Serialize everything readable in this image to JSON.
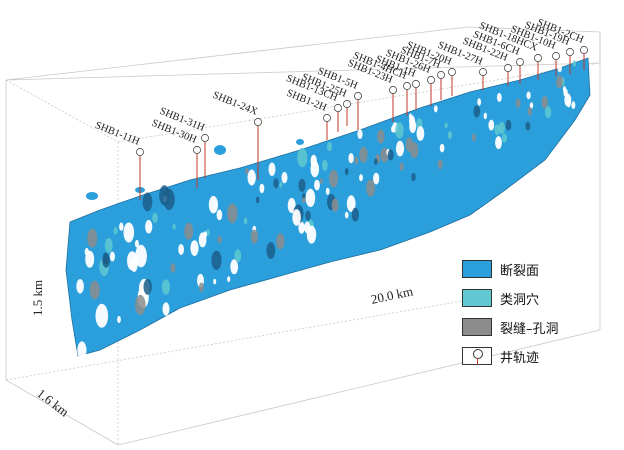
{
  "axes": {
    "length_label": "20.0 km",
    "height_label": "1.5 km",
    "depth_label": "1.6 km"
  },
  "legend": [
    {
      "label": "断裂面",
      "color": "#2a9fdc",
      "type": "fill"
    },
    {
      "label": "类洞穴",
      "color": "#5fc8d0",
      "type": "fill"
    },
    {
      "label": "裂缝–孔洞",
      "color": "#8c8c8c",
      "type": "fill"
    },
    {
      "label": "井轨迹",
      "color": "#ffffff",
      "type": "well"
    }
  ],
  "wells": [
    "SHB1-11H",
    "SHB1-30H",
    "SHB1-31H",
    "SHB1-24X",
    "SHB1-2H",
    "SHB1-13CH",
    "SHB1-25H",
    "SHB1-5H",
    "SHB1-23H",
    "SHB1-4HCH",
    "SHB1-1H",
    "SHB1-26H",
    "SHB1-7H",
    "SHB1-20H",
    "SHB1-27H",
    "SHB1-22H",
    "SHB1-6CH",
    "SHB1-18HCX",
    "SHB1-10H",
    "SHB1-19H",
    "SHB1-2CH"
  ],
  "colors": {
    "fracture": "#2a9fdc",
    "fracture_dark": "#1f6f9e",
    "cave": "#5fc8d0",
    "pore": "#8c8c8c",
    "well_line": "#c0392b",
    "box": "#c8c8c8"
  }
}
